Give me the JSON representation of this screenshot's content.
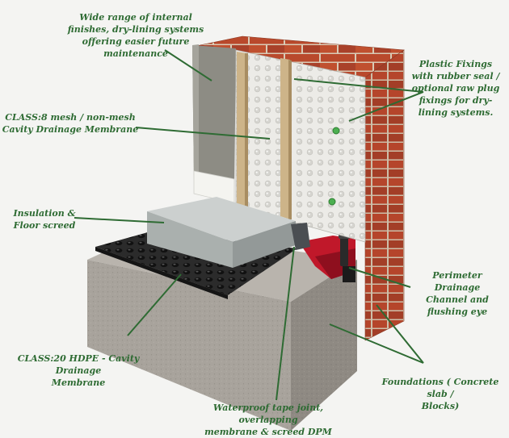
{
  "accent_color": "#2e6b33",
  "labels": {
    "finishes": [
      "Wide range of internal",
      "finishes, dry-lining systems",
      "offering easier future",
      "maintenance"
    ],
    "fixings": [
      "Plastic Fixings",
      "with rubber seal /",
      "optional raw plug",
      "fixings for dry-",
      "lining systems."
    ],
    "mesh": [
      "CLASS:8 mesh / non-mesh",
      "Cavity Drainage Membrane"
    ],
    "insulation": [
      "Insulation &",
      "Floor screed"
    ],
    "perimeter": [
      "Perimeter Drainage",
      "Channel and",
      "flushing eye"
    ],
    "hdpe": [
      "CLASS:20 HDPE - Cavity Drainage",
      "Membrane"
    ],
    "foundations": [
      "Foundations ( Concrete slab /",
      "Blocks)"
    ],
    "tape": [
      "Waterproof tape joint, overlapping",
      "membrane & screed DPM"
    ]
  },
  "icons": [
    "brick-wall-icon",
    "mesh-membrane-icon",
    "battens-icon",
    "plasterboard-icon",
    "skirting-icon",
    "screed-icon",
    "hdpe-membrane-icon",
    "concrete-slab-icon",
    "drainage-channel-icon",
    "flushing-eye-icon",
    "plastic-fixing-icon"
  ]
}
